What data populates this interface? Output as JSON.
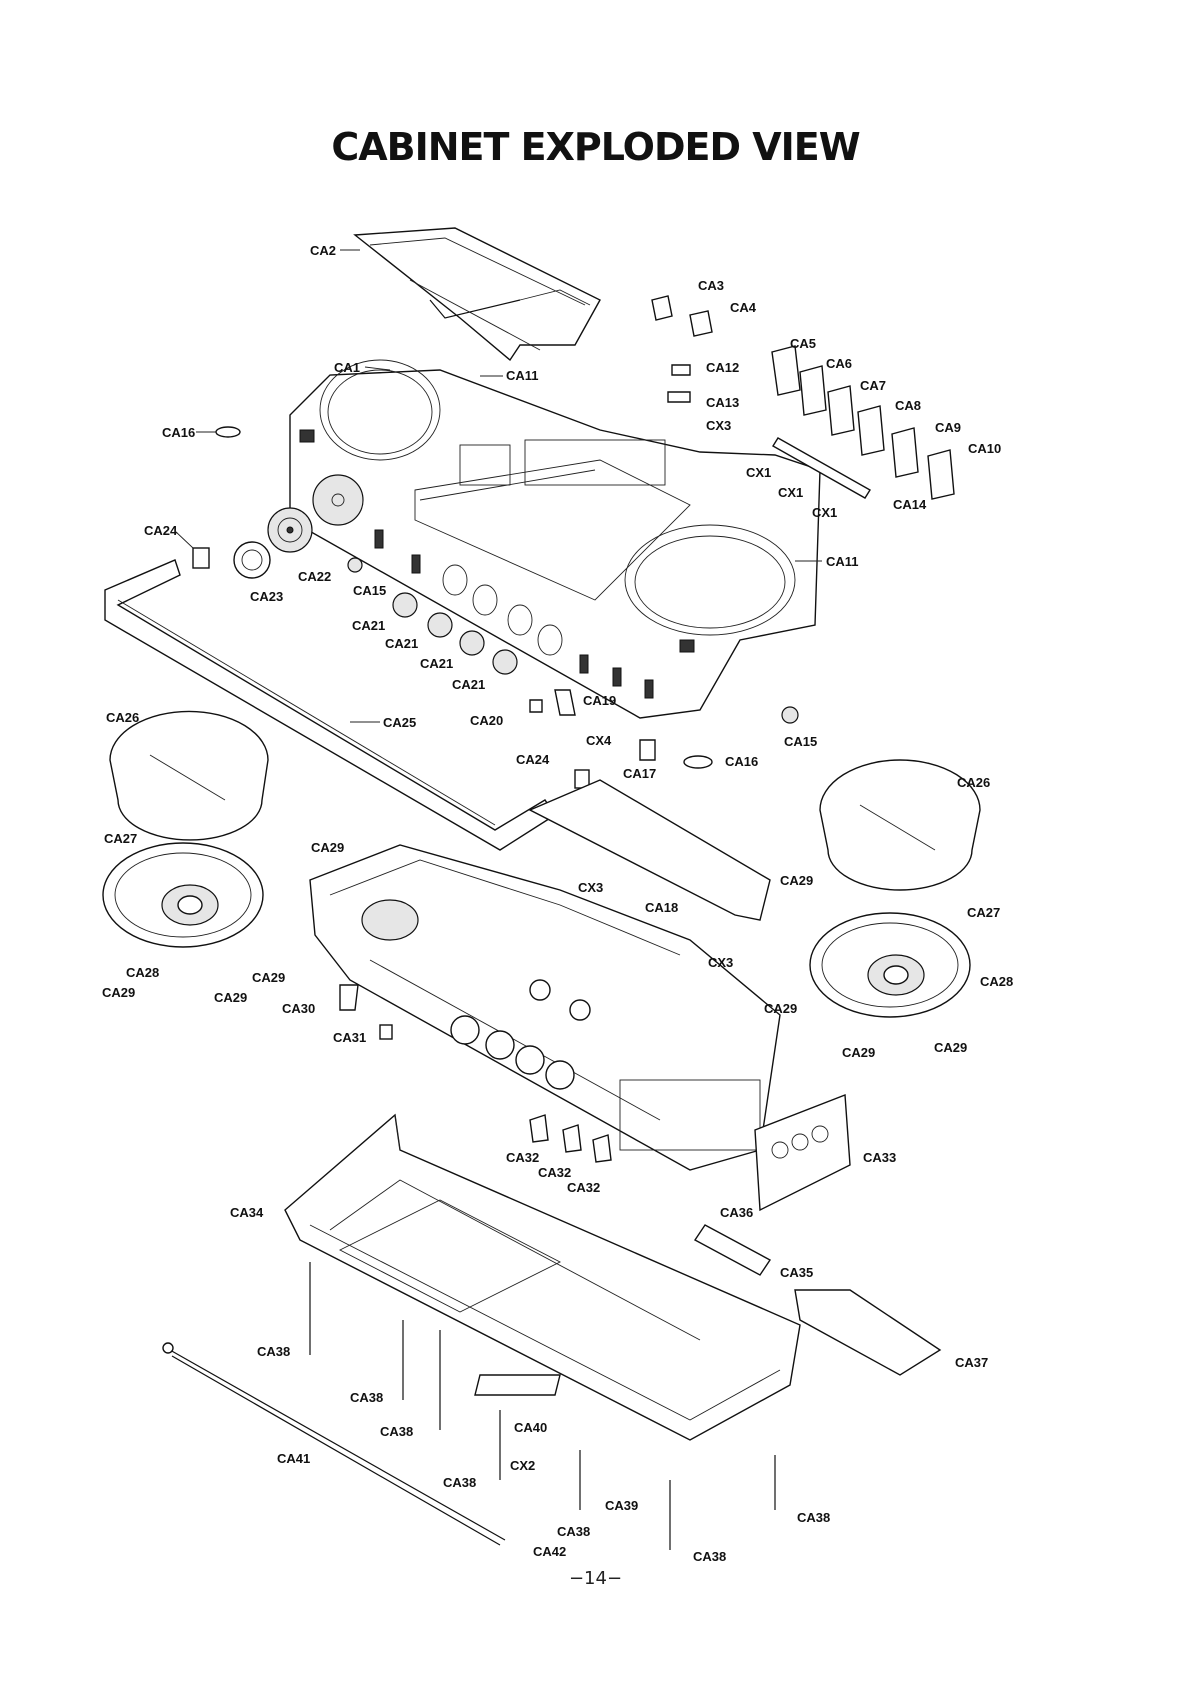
{
  "title": "CABINET EXPLODED VIEW",
  "page_number": "−14−",
  "parts": {
    "ca1": "CA1",
    "ca2": "CA2",
    "ca3": "CA3",
    "ca4": "CA4",
    "ca5": "CA5",
    "ca6": "CA6",
    "ca7": "CA7",
    "ca8": "CA8",
    "ca9": "CA9",
    "ca10": "CA10",
    "ca11": "CA11",
    "ca12": "CA12",
    "ca13": "CA13",
    "ca14": "CA14",
    "ca15": "CA15",
    "ca16": "CA16",
    "ca17": "CA17",
    "ca18": "CA18",
    "ca19": "CA19",
    "ca20": "CA20",
    "ca21": "CA21",
    "ca22": "CA22",
    "ca23": "CA23",
    "ca24": "CA24",
    "ca25": "CA25",
    "ca26": "CA26",
    "ca27": "CA27",
    "ca28": "CA28",
    "ca29": "CA29",
    "ca30": "CA30",
    "ca31": "CA31",
    "ca32": "CA32",
    "ca33": "CA33",
    "ca34": "CA34",
    "ca35": "CA35",
    "ca36": "CA36",
    "ca37": "CA37",
    "ca38": "CA38",
    "ca39": "CA39",
    "ca40": "CA40",
    "ca41": "CA41",
    "ca42": "CA42",
    "cx1": "CX1",
    "cx2": "CX2",
    "cx3": "CX3",
    "cx4": "CX4"
  }
}
